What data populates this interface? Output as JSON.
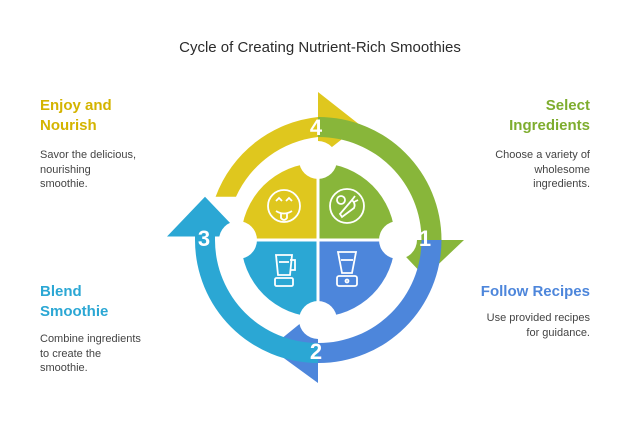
{
  "title": "Cycle of Creating Nutrient-Rich Smoothies",
  "steps": [
    {
      "number": "1",
      "heading_line1": "Select",
      "heading_line2": "Ingredients",
      "description": [
        "Choose a variety of",
        "wholesome",
        "ingredients."
      ],
      "color": "#88b63a",
      "icon": "vegetables-icon"
    },
    {
      "number": "2",
      "heading": "Follow Recipes",
      "description": [
        "Use provided recipes",
        "for guidance."
      ],
      "color": "#4d86db",
      "icon": "blender-icon"
    },
    {
      "number": "3",
      "heading_line1": "Blend",
      "heading_line2": "Smoothie",
      "description": [
        "Combine ingredients",
        "to create the",
        "smoothie."
      ],
      "color": "#2ba7d4",
      "icon": "smoothie-blender-icon"
    },
    {
      "number": "4",
      "heading_line1": "Enjoy and",
      "heading_line2": "Nourish",
      "description": [
        "Savor the delicious,",
        "nourishing",
        "smoothie."
      ],
      "color": "#dfc71e",
      "icon": "tongue-out-face-icon"
    }
  ]
}
